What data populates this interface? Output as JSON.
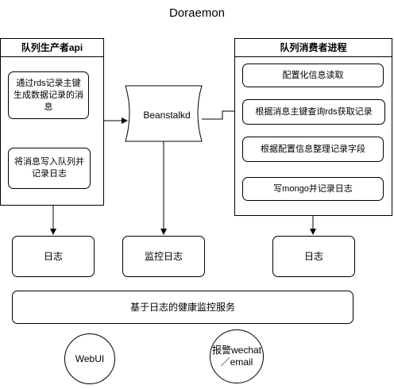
{
  "title": "Doraemon",
  "producer": {
    "header": "队列生产者api",
    "step1": "通过rds记录主键生成数据记录的消息",
    "step2": "将消息写入队列并记录日志"
  },
  "queue": {
    "label": "Beanstalkd"
  },
  "consumer": {
    "header": "队列消费者进程",
    "step1": "配置化信息读取",
    "step2": "根据消息主键查询rds获取记录",
    "step3": "根据配置信息整理记录字段",
    "step4": "写mongo并记录日志"
  },
  "logs": {
    "left": "日志",
    "middle": "监控日志",
    "right": "日志"
  },
  "service": {
    "label": "基于日志的健康监控服务"
  },
  "outputs": {
    "webui": "WebUI",
    "alert": "报警wechat\n／email"
  }
}
